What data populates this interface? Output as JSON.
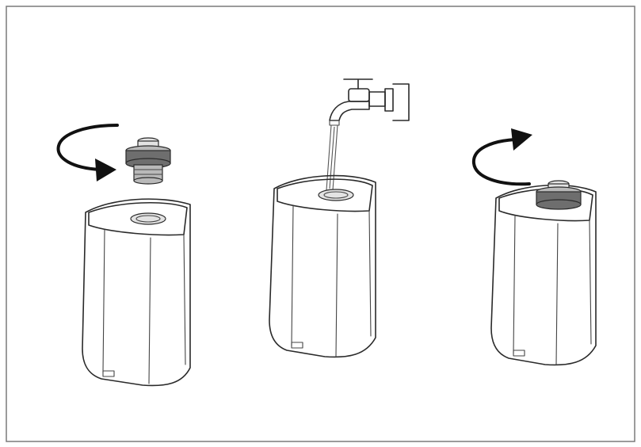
{
  "figure": {
    "steps": [
      {
        "id": "step-1",
        "icon": "remove-cap-icon",
        "arrow": "counterclockwise-arrow-icon"
      },
      {
        "id": "step-2",
        "icon": "fill-from-faucet-icon",
        "arrow": ""
      },
      {
        "id": "step-3",
        "icon": "replace-cap-icon",
        "arrow": "clockwise-arrow-icon"
      }
    ],
    "colors": {
      "frame": "#7a7a7a",
      "ink": "#2a2a2a",
      "cap_dark": "#6e6e6e",
      "cap_mid": "#b9b9b9",
      "arrow": "#111111"
    }
  }
}
